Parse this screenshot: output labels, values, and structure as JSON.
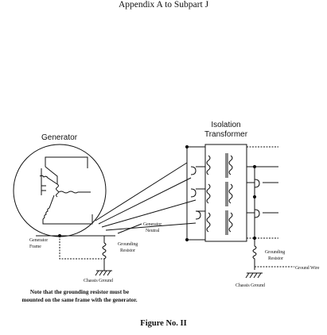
{
  "page_header": "Appendix A to Subpart J",
  "labels": {
    "generator": "Generator",
    "isolation_line1": "Isolation",
    "isolation_line2": "Transformer",
    "generator_frame_line1": "Generator",
    "generator_frame_line2": "Frame",
    "generator_neutral_line1": "Generator",
    "generator_neutral_line2": "Neutral",
    "grounding_resistor_left_line1": "Grounding",
    "grounding_resistor_left_line2": "Resistor",
    "chassis_ground_left": "Chassis Ground",
    "grounding_resistor_right_line1": "Grounding",
    "grounding_resistor_right_line2": "Resistor",
    "ground_wire": "Ground Wire",
    "chassis_ground_right": "Chassis Ground"
  },
  "note_line1": "Note that the grounding resistor must be",
  "note_line2": "mounted on the same frame with the generator.",
  "figure_caption": "Figure No. II"
}
